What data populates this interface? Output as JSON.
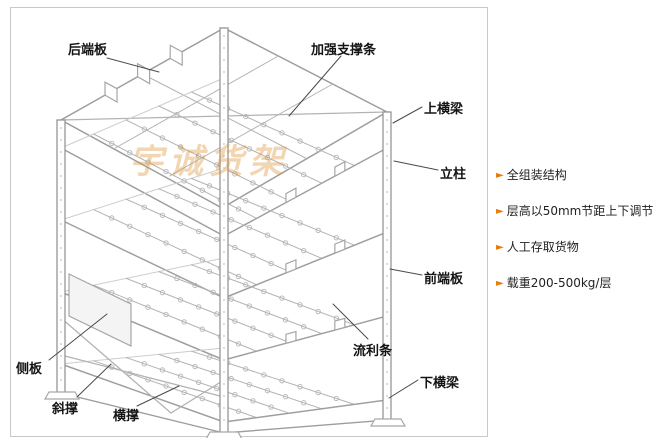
{
  "diagram": {
    "watermark": "宇诚货架",
    "labels": {
      "rear_end_plate": "后端板",
      "reinforce_strip": "加强支撑条",
      "upper_beam": "上横梁",
      "upright": "立柱",
      "front_end_plate": "前端板",
      "flow_rail": "流利条",
      "lower_beam": "下横梁",
      "side_plate": "侧板",
      "diagonal_brace": "斜撑",
      "horizontal_brace": "横撑"
    }
  },
  "features": {
    "bullet": "►",
    "bullet_color": "#e87c0a",
    "items": [
      "全组装结构",
      "层高以50mm节距上下调节",
      "人工存取货物",
      "载重200-500kg/层"
    ]
  }
}
